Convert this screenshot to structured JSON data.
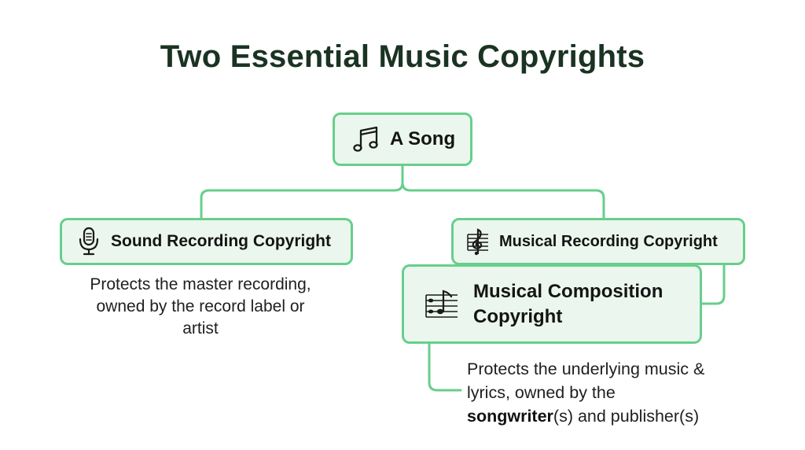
{
  "diagram": {
    "title": "Two Essential Music Copyrights",
    "root": {
      "label": "A Song",
      "icon": "music-notes-icon"
    },
    "sound_recording": {
      "label": "Sound Recording Copyright",
      "icon": "microphone-icon",
      "desc_line1": "Protects the master recording,",
      "desc_line2": "owned by the record label or",
      "desc_line3": "artist"
    },
    "musical_recording": {
      "label": "Musical Recording Copyright",
      "icon": "treble-clef-staff-icon"
    },
    "composition": {
      "label_line1": "Musical Composition",
      "label_line2": "Copyright",
      "icon": "sheet-music-icon",
      "desc_line1": "Protects the underlying music &",
      "desc_line2": "lyrics, owned by the",
      "desc_bold": "songwriter",
      "desc_rest": "(s) and publisher(s)"
    },
    "colors": {
      "accent": "#67cf8b",
      "node_fill": "#ebf7ee",
      "title": "#1a3322"
    }
  }
}
